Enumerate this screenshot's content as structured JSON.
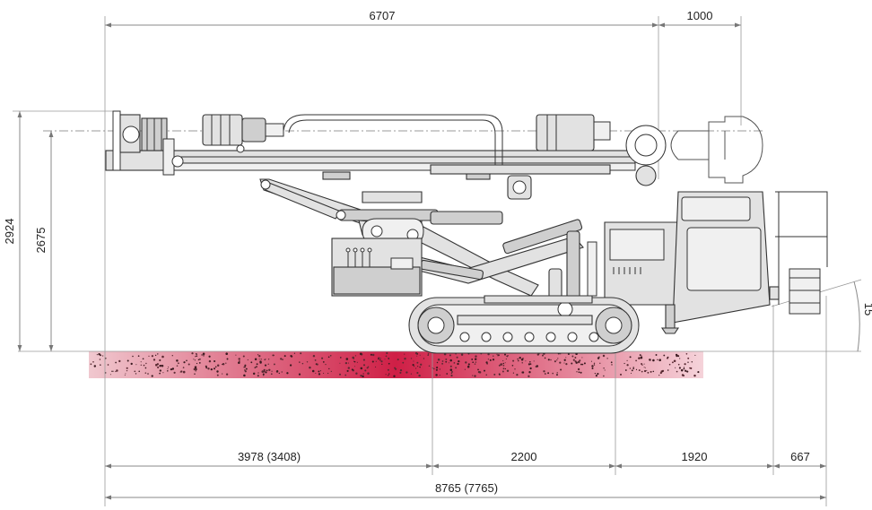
{
  "dimensions": {
    "top_length": "6707",
    "top_extension": "1000",
    "height_outer": "2924",
    "height_inner": "2675",
    "angle": "15",
    "base_front": "3978 (3408)",
    "base_track": "2200",
    "base_rear": "1920",
    "base_step": "667",
    "total_length": "8765 (7765)"
  },
  "colors": {
    "ground_start": "#f0c8cf",
    "ground_mid": "#cf1f46",
    "ground_end": "#f5d3da",
    "machine_fill": "#e2e2e2",
    "outline": "#333333"
  },
  "icons": {
    "machine": "drilling-rig-icon"
  }
}
